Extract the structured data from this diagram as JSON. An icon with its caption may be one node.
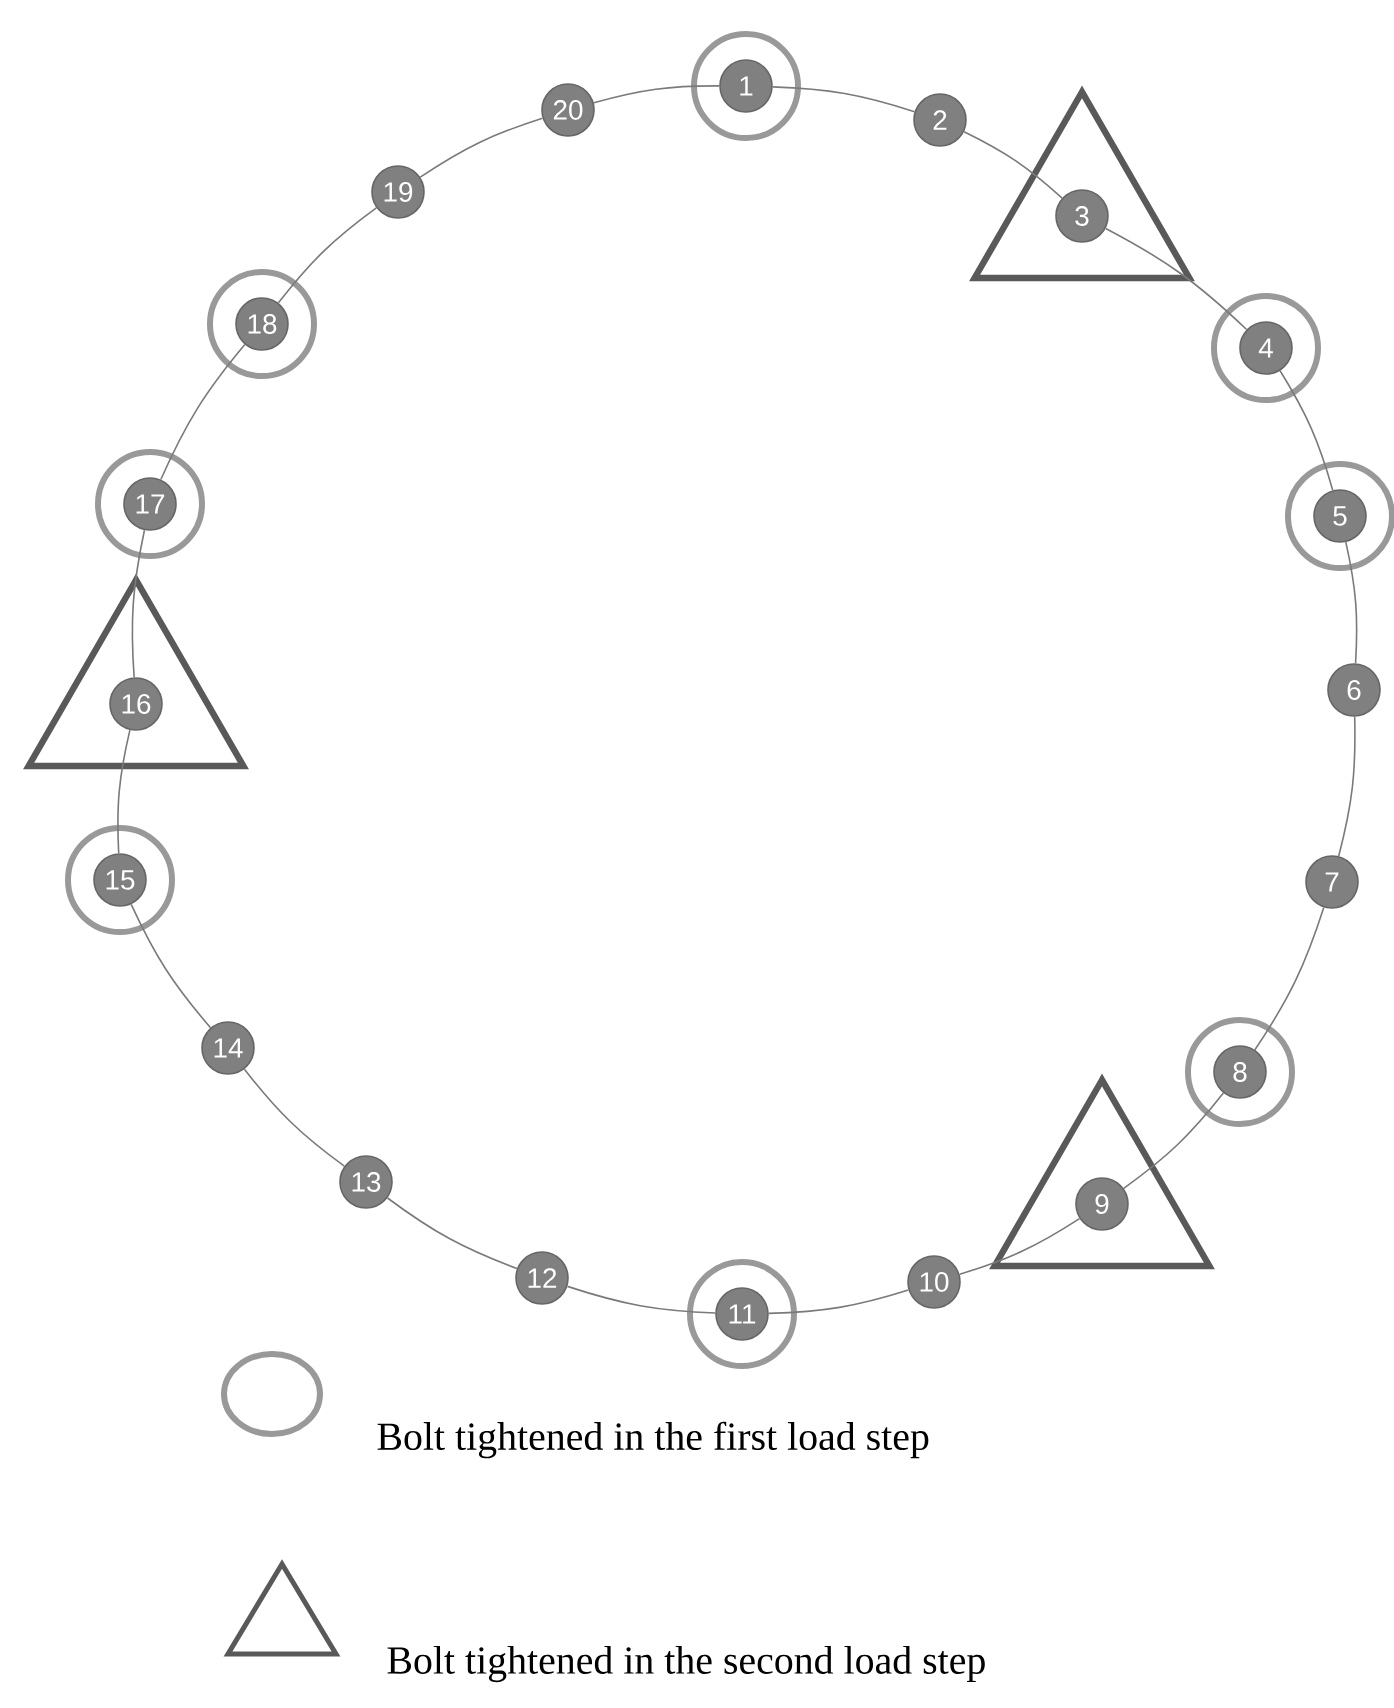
{
  "diagram": {
    "nodes": [
      {
        "text": [],
        "shape": "circle"
      },
      {
        "text": [
          "1"
        ],
        "in": 0
      },
      {
        "text": [
          "2"
        ]
      },
      {
        "text": [],
        "shape": "triangle"
      },
      {
        "text": [
          "3"
        ],
        "in": 3
      },
      {
        "text": [],
        "shape": "circle"
      },
      {
        "text": [
          "4"
        ],
        "in": 5
      },
      {
        "text": [],
        "shape": "circle"
      },
      {
        "text": [
          "5"
        ],
        "in": 7
      },
      {
        "text": [
          "6"
        ]
      },
      {
        "text": [
          "7"
        ]
      },
      {
        "text": [],
        "shape": "circle"
      },
      {
        "text": [
          "8"
        ],
        "in": 11
      },
      {
        "text": [],
        "shape": "triangle"
      },
      {
        "text": [
          "9"
        ],
        "in": 13
      },
      {
        "text": [
          "10"
        ]
      },
      {
        "text": [],
        "shape": "circle"
      },
      {
        "text": [
          "11"
        ],
        "in": 16
      },
      {
        "text": [
          "12"
        ]
      },
      {
        "text": [
          "13"
        ]
      },
      {
        "text": [
          "14"
        ]
      },
      {
        "text": [],
        "shape": "circle"
      },
      {
        "text": [
          "15"
        ],
        "in": 21
      },
      {
        "text": [],
        "shape": "triangle"
      },
      {
        "text": [
          "16"
        ],
        "in": 23
      },
      {
        "text": [],
        "shape": "circle"
      },
      {
        "text": [
          "17"
        ],
        "in": 25
      },
      {
        "text": [],
        "shape": "circle"
      },
      {
        "text": [
          "18"
        ],
        "in": 27
      },
      {
        "text": [
          "19"
        ]
      },
      {
        "text": [
          "20"
        ]
      }
    ],
    "edges": [
      {
        "from": 1,
        "to": 2,
        "arrow": "none"
      },
      {
        "from": 2,
        "to": 4,
        "arrow": "none"
      },
      {
        "from": 4,
        "to": 6,
        "arrow": "none"
      },
      {
        "from": 6,
        "to": 8,
        "arrow": "none"
      },
      {
        "from": 8,
        "to": 9,
        "arrow": "none"
      },
      {
        "from": 9,
        "to": 10,
        "arrow": "none"
      },
      {
        "from": 10,
        "to": 12,
        "arrow": "none"
      },
      {
        "from": 12,
        "to": 14,
        "arrow": "none"
      },
      {
        "from": 14,
        "to": 15,
        "arrow": "none"
      },
      {
        "from": 15,
        "to": 17,
        "arrow": "none"
      },
      {
        "from": 17,
        "to": 18,
        "arrow": "none"
      },
      {
        "from": 18,
        "to": 19,
        "arrow": "none"
      },
      {
        "from": 19,
        "to": 20,
        "arrow": "none"
      },
      {
        "from": 20,
        "to": 22,
        "arrow": "none"
      },
      {
        "from": 22,
        "to": 24,
        "arrow": "none"
      },
      {
        "from": 24,
        "to": 26,
        "arrow": "none"
      },
      {
        "from": 26,
        "to": 28,
        "arrow": "none"
      },
      {
        "from": 28,
        "to": 29,
        "arrow": "none"
      },
      {
        "from": 29,
        "to": 30,
        "arrow": "none"
      },
      {
        "from": 30,
        "to": 1,
        "arrow": "none"
      }
    ],
    "legend": [
      {
        "text": "Bolt tightened in the first load step"
      },
      {
        "text": "Bolt tightened in the second load step"
      }
    ]
  }
}
